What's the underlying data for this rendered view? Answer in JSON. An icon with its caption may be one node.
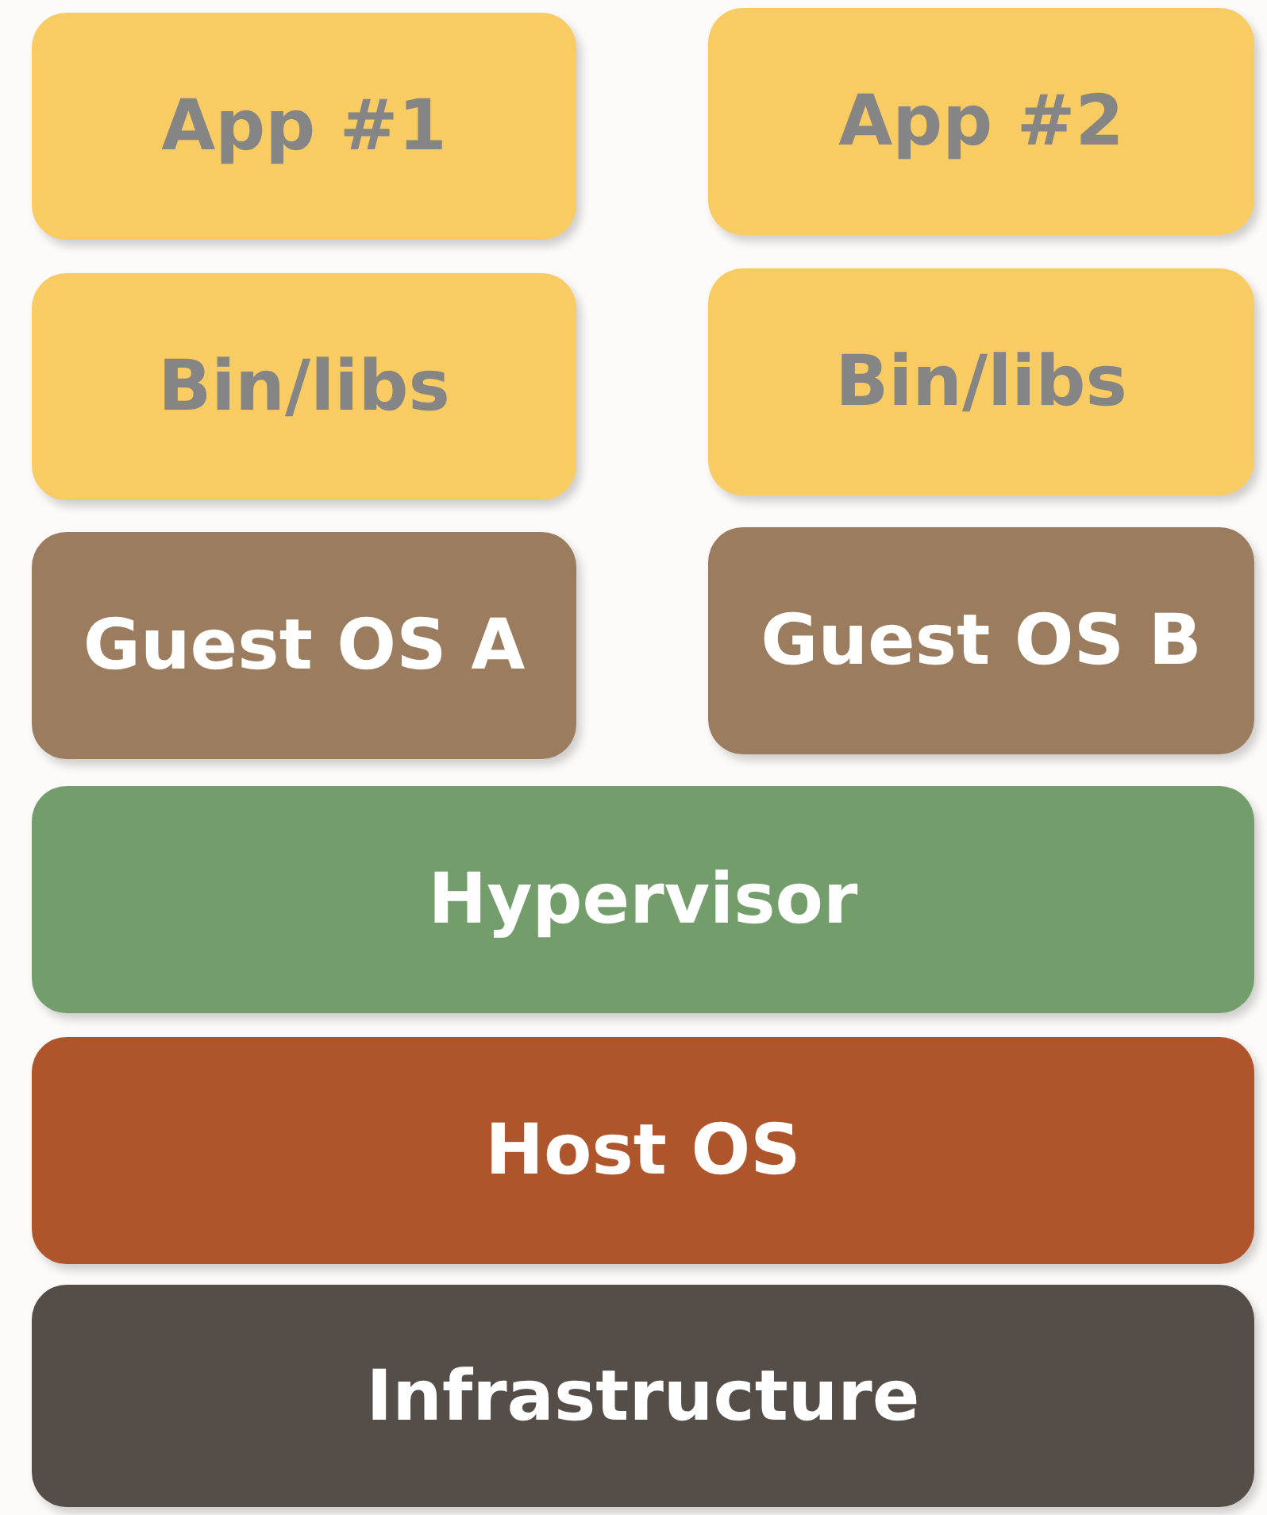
{
  "diagram": {
    "nodes": [
      {
        "text": [
          "App #1"
        ]
      },
      {
        "text": [
          "App #2"
        ]
      },
      {
        "text": [
          "Bin/libs"
        ]
      },
      {
        "text": [
          "Bin/libs"
        ]
      },
      {
        "text": [
          "Guest OS A"
        ]
      },
      {
        "text": [
          "Guest OS B"
        ]
      },
      {
        "text": [
          "Hypervisor"
        ]
      },
      {
        "text": [
          "Host OS"
        ]
      },
      {
        "text": [
          "Infrastructure"
        ]
      }
    ]
  }
}
